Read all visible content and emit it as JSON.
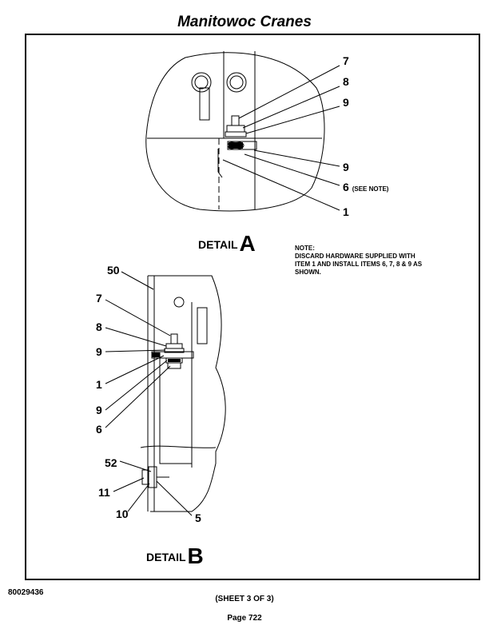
{
  "header": {
    "title": "Manitowoc Cranes"
  },
  "detail_a": {
    "label_word": "DETAIL",
    "label_letter": "A",
    "callouts": [
      "7",
      "8",
      "9",
      "9",
      "6",
      "1"
    ],
    "see_note": "(SEE NOTE)"
  },
  "note": {
    "heading": "NOTE:",
    "text": "DISCARD HARDWARE SUPPLIED WITH ITEM 1 AND INSTALL ITEMS 6, 7, 8 & 9 AS SHOWN."
  },
  "detail_b": {
    "label_word": "DETAIL",
    "label_letter": "B",
    "callouts": [
      "50",
      "7",
      "8",
      "9",
      "1",
      "9",
      "6",
      "52",
      "11",
      "10",
      "5"
    ]
  },
  "footer": {
    "doc_number": "80029436",
    "sheet": "(SHEET 3 OF 3)",
    "page": "Page 722"
  }
}
